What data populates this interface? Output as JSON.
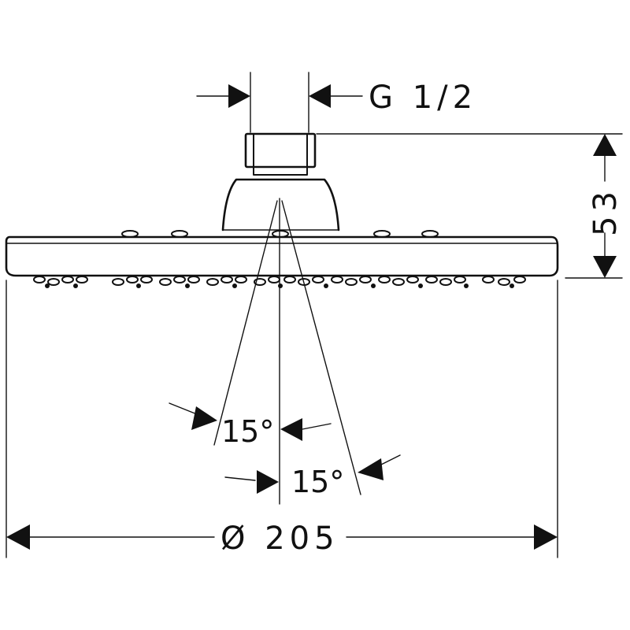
{
  "dimensions": {
    "thread": "G 1/2",
    "height": "53",
    "diameter": "Ø 205",
    "angle_left": "15°",
    "angle_right": "15°"
  },
  "colors": {
    "ink": "#111111",
    "background": "#ffffff"
  }
}
